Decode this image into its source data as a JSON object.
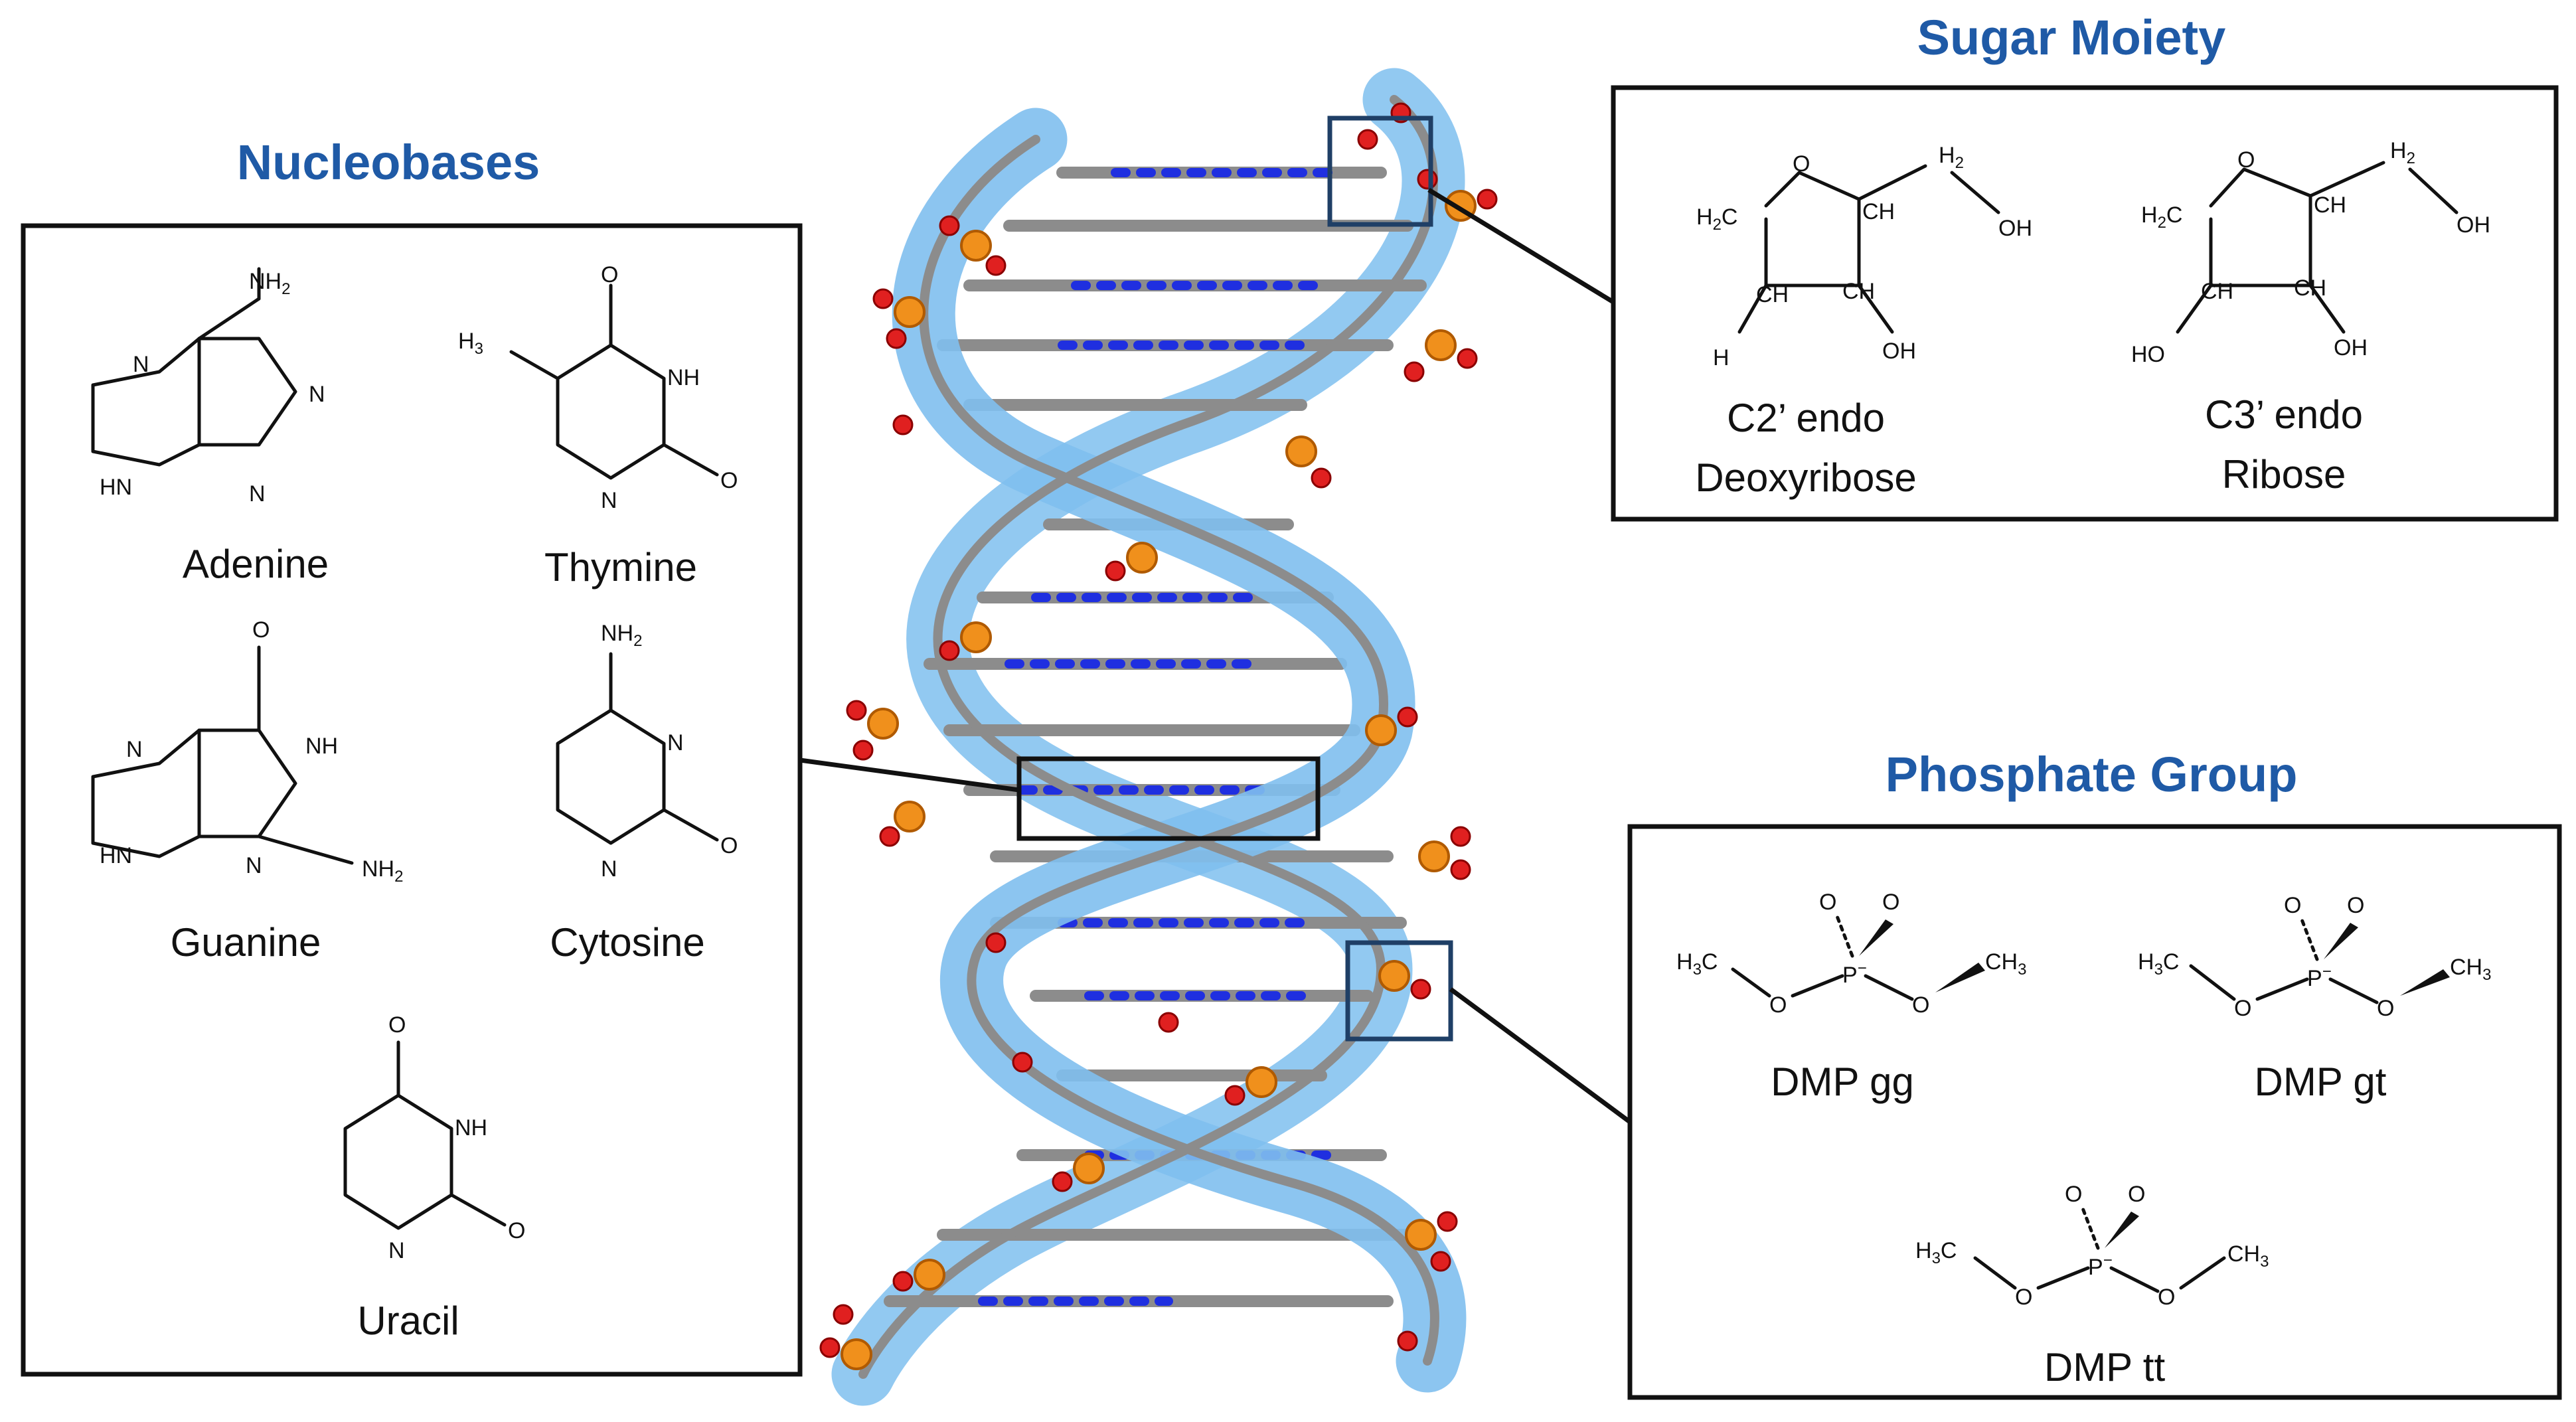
{
  "panels": {
    "nucleobases": {
      "title": "Nucleobases",
      "items": [
        {
          "name": "Adenine",
          "labels": {
            "nh2": "NH",
            "n1": "N",
            "n2": "N",
            "n3": "N",
            "nh": "HN"
          }
        },
        {
          "name": "Thymine",
          "labels": {
            "o1": "O",
            "ch3": "H",
            "nh1": "NH",
            "o2": "O",
            "nh2": "N"
          }
        },
        {
          "name": "Guanine",
          "labels": {
            "o": "O",
            "n1": "N",
            "nh1": "NH",
            "hn": "HN",
            "n2": "N",
            "nh2": "NH"
          }
        },
        {
          "name": "Cytosine",
          "labels": {
            "nh2": "NH",
            "n1": "N",
            "o": "O",
            "nh": "N"
          }
        },
        {
          "name": "Uracil",
          "labels": {
            "o1": "O",
            "nh1": "NH",
            "o2": "O",
            "nh2": "N"
          }
        }
      ],
      "h_letter": "H",
      "sub2": "2",
      "sub3": "3"
    },
    "sugar": {
      "title": "Sugar Moiety",
      "items": [
        {
          "line1": "C2’ endo",
          "line2": "Deoxyribose"
        },
        {
          "line1": "C3’ endo",
          "line2": "Ribose"
        }
      ],
      "atoms": {
        "o": "O",
        "h2": "H",
        "ch": "CH",
        "oh": "OH",
        "ho": "HO",
        "h": "H",
        "h2c": "H",
        "c": "C"
      }
    },
    "phosphate": {
      "title": "Phosphate Group",
      "items": [
        {
          "name": "DMP gg"
        },
        {
          "name": "DMP gt"
        },
        {
          "name": "DMP tt"
        }
      ],
      "atoms": {
        "o": "O",
        "p": "P",
        "minus": "−",
        "h3c": "H",
        "c": "C",
        "ch3": "CH"
      }
    }
  },
  "colors": {
    "title": "#1f5aa6",
    "ribbon": "#7fbfee",
    "carbon": "#8c8c8c",
    "oxygen": "#e02020",
    "nitrogen": "#1f2fe0",
    "phosphorus": "#f0901c",
    "highlight_box": "#1f3f66"
  },
  "icons": [
    "dna-double-helix-illustration"
  ]
}
